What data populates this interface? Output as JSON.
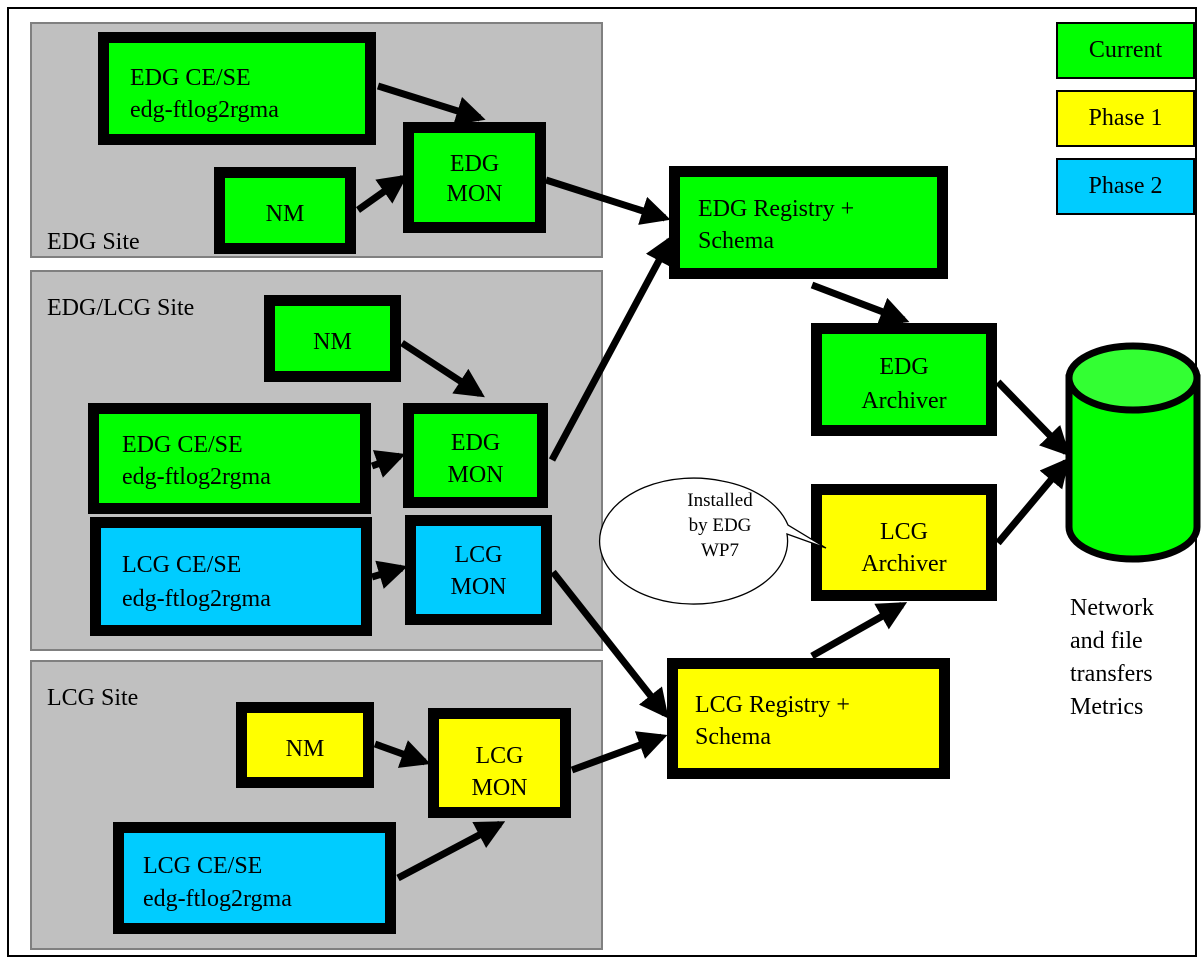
{
  "sites": {
    "edg": "EDG Site",
    "edg_lcg": "EDG/LCG Site",
    "lcg": "LCG Site"
  },
  "nodes": {
    "edg_cese_1": [
      "EDG CE/SE",
      "edg-ftlog2rgma"
    ],
    "nm_1": [
      "NM"
    ],
    "edg_mon_1": [
      "EDG",
      "MON"
    ],
    "nm_2": [
      "NM"
    ],
    "edg_cese_2": [
      "EDG CE/SE",
      "edg-ftlog2rgma"
    ],
    "edg_mon_2": [
      "EDG",
      "MON"
    ],
    "lcg_cese_1": [
      "LCG CE/SE",
      "edg-ftlog2rgma"
    ],
    "lcg_mon_1": [
      "LCG",
      "MON"
    ],
    "nm_3": [
      "NM"
    ],
    "lcg_mon_2": [
      "LCG",
      "MON"
    ],
    "lcg_cese_2": [
      "LCG CE/SE",
      "edg-ftlog2rgma"
    ],
    "edg_registry": [
      "EDG Registry +",
      "Schema"
    ],
    "edg_archiver": [
      "EDG",
      "Archiver"
    ],
    "lcg_archiver": [
      "LCG",
      "Archiver"
    ],
    "lcg_registry": [
      "LCG Registry +",
      "Schema"
    ]
  },
  "legend": {
    "current": "Current",
    "phase1": "Phase 1",
    "phase2": "Phase 2"
  },
  "callout": [
    "Installed",
    "by EDG",
    "WP7"
  ],
  "database_label": [
    "Network",
    "and file",
    "transfers",
    "Metrics"
  ],
  "colors": {
    "current": "#00ff00",
    "phase1": "#ffff00",
    "phase2": "#00ccff",
    "site_background": "#c0c0c0"
  }
}
